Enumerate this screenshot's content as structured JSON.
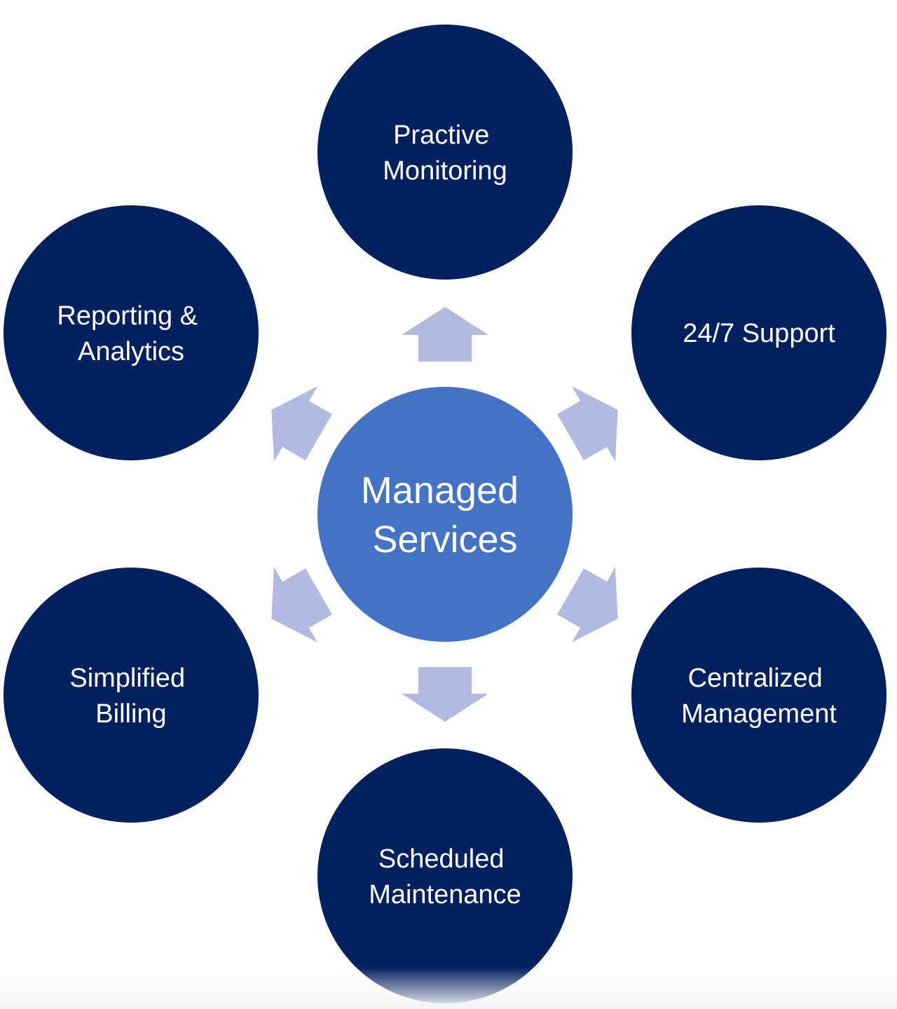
{
  "diagram": {
    "center": {
      "lines": [
        "Managed",
        "Services"
      ],
      "color": "#4472c4"
    },
    "node_color": "#03215e",
    "arrow_color": "#b1bbdf",
    "nodes": [
      {
        "id": "proactive-monitoring",
        "lines": [
          "Practive",
          "Monitoring"
        ]
      },
      {
        "id": "support",
        "lines": [
          "24/7 Support"
        ]
      },
      {
        "id": "centralized-management",
        "lines": [
          "Centralized",
          "Management"
        ]
      },
      {
        "id": "scheduled-maintenance",
        "lines": [
          "Scheduled",
          "Maintenance"
        ]
      },
      {
        "id": "simplified-billing",
        "lines": [
          "Simplified",
          "Billing"
        ]
      },
      {
        "id": "reporting-analytics",
        "lines": [
          "Reporting &",
          "Analytics"
        ]
      }
    ]
  }
}
